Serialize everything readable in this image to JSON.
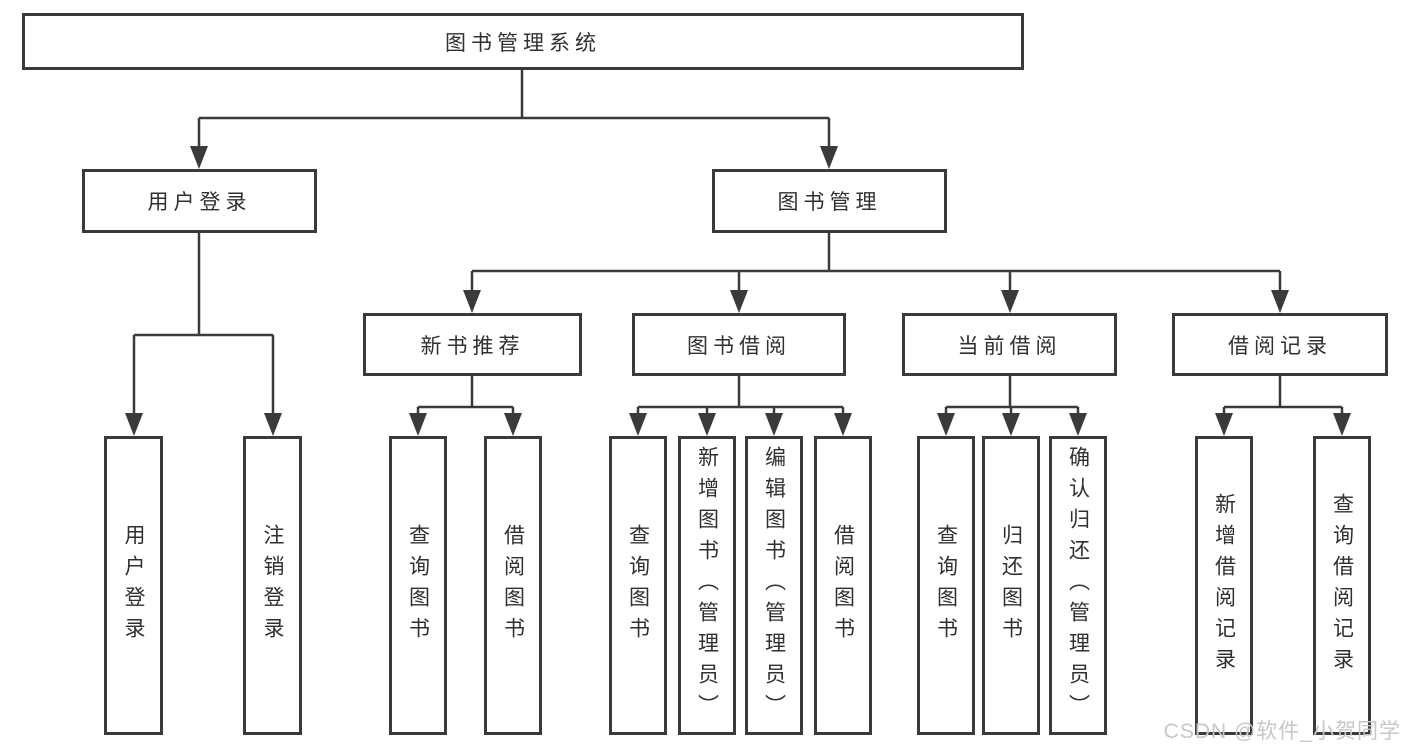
{
  "diagram": {
    "root": "图书管理系统",
    "level2": [
      "用户登录",
      "图书管理"
    ],
    "login_children": [
      "用户登录",
      "注销登录"
    ],
    "level3": [
      "新书推荐",
      "图书借阅",
      "当前借阅",
      "借阅记录"
    ],
    "recommend_children": [
      "查询图书",
      "借阅图书"
    ],
    "borrow_children": [
      "查询图书",
      "新增图书（管理员）",
      "编辑图书（管理员）",
      "借阅图书"
    ],
    "current_children": [
      "查询图书",
      "归还图书",
      "确认归还（管理员）"
    ],
    "record_children": [
      "新增借阅记录",
      "查询借阅记录"
    ]
  },
  "watermark": "CSDN @软件_小贺同学",
  "colors": {
    "line": "#3a3a3a",
    "text": "#303030",
    "watermark": "#c7c7c7",
    "background": "#ffffff"
  }
}
